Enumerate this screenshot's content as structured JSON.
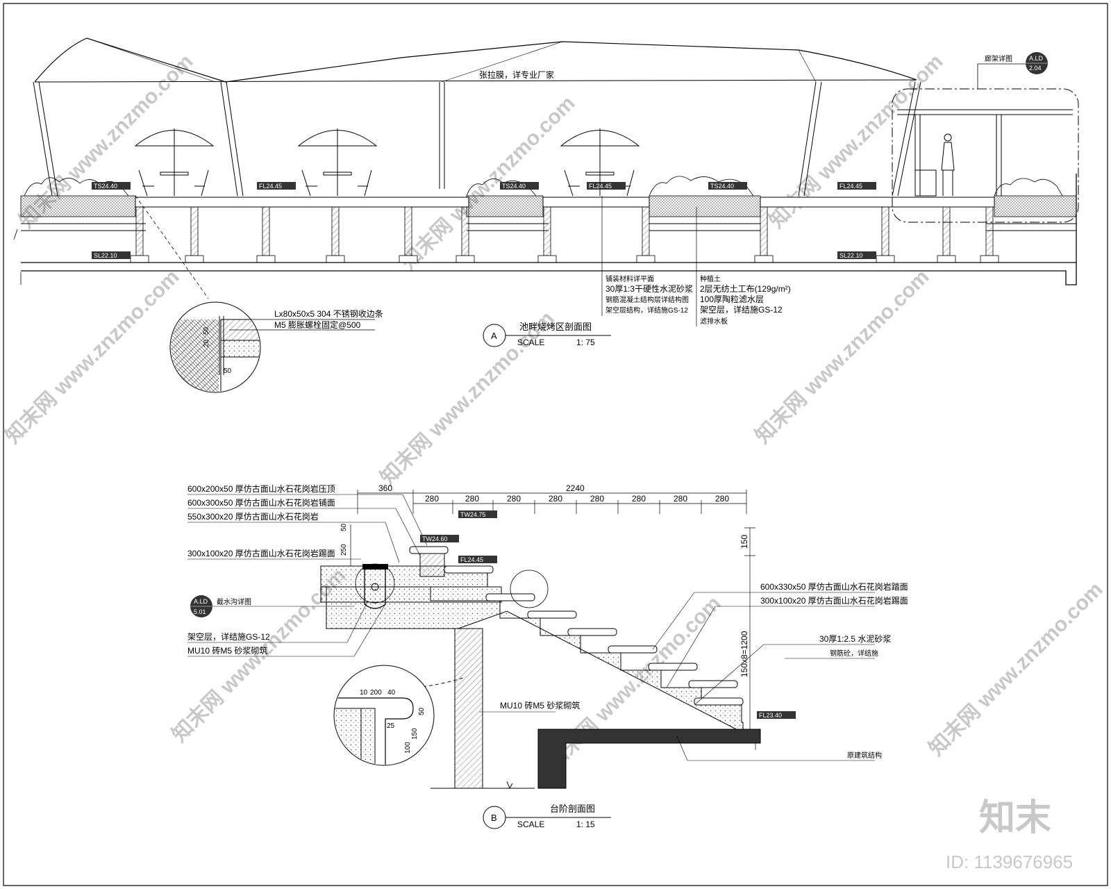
{
  "section_a": {
    "membrane_note": "张拉膜，详专业厂家",
    "title": "池畔烧烤区剖面图",
    "marker": "A",
    "scale_label": "SCALE",
    "scale_value": "1: 75",
    "callout_ref_top": "A.LD",
    "callout_ref_bottom": "2.04",
    "callout_note": "廊架详图",
    "levels": {
      "ts1": "TS24.40",
      "fl1": "FL24.45",
      "ts2": "TS24.40",
      "fl2": "FL24.45",
      "ts3": "TS24.40",
      "fl3": "FL24.45",
      "sl1": "SL22.10",
      "sl2": "SL22.10"
    },
    "detail": {
      "line1": "Lx80x50x5 304 不锈钢收边条",
      "line2": "M5 膨胀螺栓固定@500",
      "dims": [
        "20",
        "50",
        "50"
      ]
    },
    "notes_left": [
      "铺装材料详平面",
      "30厚1:3干硬性水泥砂浆",
      "钢筋混凝土结构层详结构图",
      "架空层结构，详结施GS-12"
    ],
    "notes_right": [
      "种植土",
      "2层无纺土工布(129g/m²)",
      "100厚陶粒滤水层",
      "架空层，详结施GS-12",
      "滤排水板"
    ]
  },
  "section_b": {
    "title": "台阶剖面图",
    "marker": "B",
    "scale_label": "SCALE",
    "scale_value": "1: 15",
    "callout_ref_top": "A.LD",
    "callout_ref_bottom": "5.01",
    "callout_note": "截水沟详图",
    "left_labels": [
      "600x200x50 厚仿古面山水石花岗岩压顶",
      "600x300x50 厚仿古面山水石花岗岩铺面",
      "550x300x20 厚仿古面山水石花岗岩",
      "300x100x20 厚仿古面山水石花岗岩踢面"
    ],
    "right_labels": [
      "600x330x50 厚仿古面山水石花岗岩踏面",
      "300x100x20 厚仿古面山水石花岗岩踢面",
      "30厚1:2.5 水泥砂浆",
      "钢筋砼，详结施"
    ],
    "bottom_left_labels": [
      "架空层，详结施GS-12",
      "MU10 砖M5 砂浆砌筑"
    ],
    "column_label": "MU10 砖M5 砂浆砌筑",
    "existing_label": "原建筑结构",
    "levels": {
      "tw1": "TW24.75",
      "tw2": "TW24.60",
      "fl1": "FL24.45",
      "fl2": "FL23.40"
    },
    "dims": {
      "total": "2240",
      "first": "360",
      "tread": "280",
      "riser_total": "150x8=1200",
      "top_gap": "150",
      "cap_h": "50",
      "wall_h": "250"
    },
    "detail_dims": [
      "10",
      "200",
      "40",
      "50",
      "25",
      "150",
      "100"
    ]
  },
  "watermark": {
    "text": "知末网 www.znzmo.com",
    "brand": "知末",
    "id": "ID: 1139676965"
  }
}
